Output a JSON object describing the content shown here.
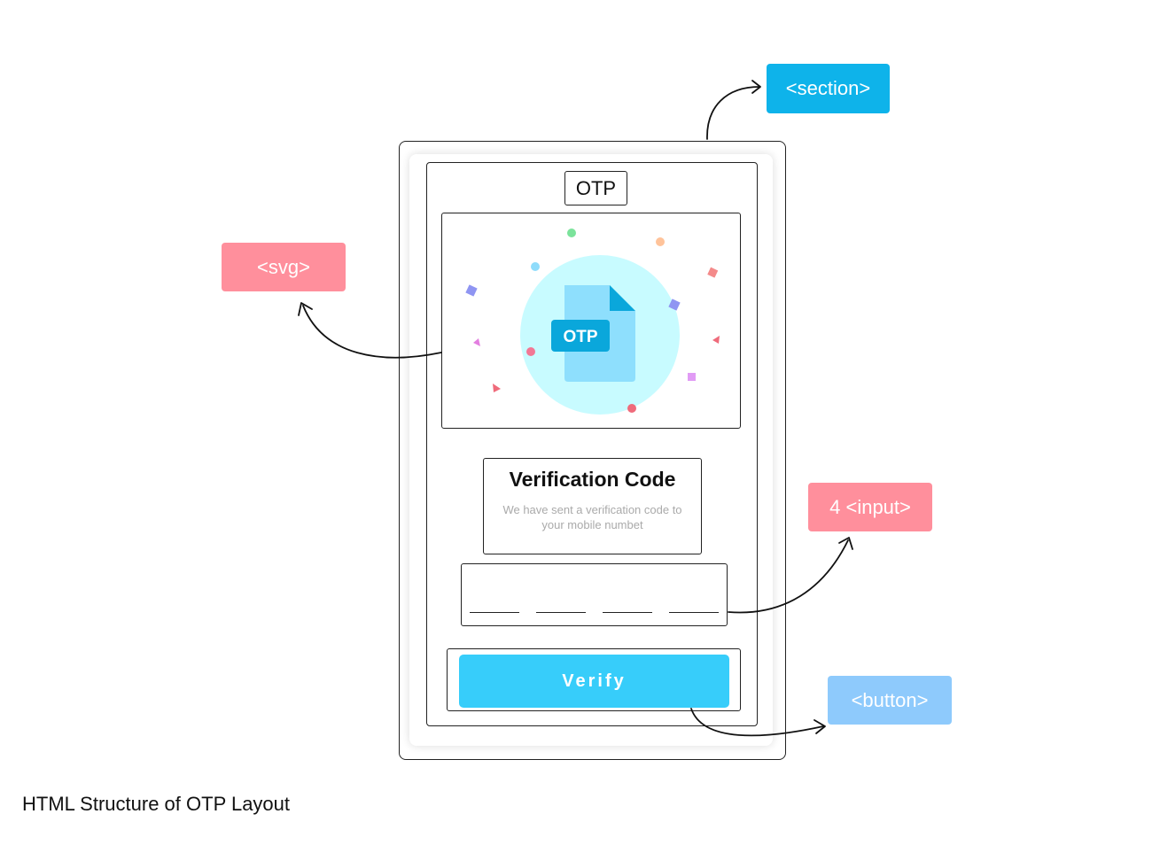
{
  "layout": {
    "title": "OTP",
    "illustration_label": "OTP",
    "heading": "Verification Code",
    "subtext": "We have sent a verification code to your mobile numbet",
    "inputs": [
      "",
      "",
      "",
      ""
    ],
    "button_label": "Verify"
  },
  "tags": {
    "section": "<section>",
    "svg": "<svg>",
    "input": "4 <input>",
    "button": "<button>"
  },
  "caption": "HTML Structure of OTP Layout",
  "colors": {
    "button": "#37cdfa",
    "tag_section": "#0eb3ea",
    "tag_svg": "#ff8f9c",
    "tag_input": "#ff8f9c",
    "tag_button": "#8ecafc",
    "illustration_circle": "#c8fbff",
    "document": "#8edffd",
    "otp_badge": "#0aa7db"
  }
}
